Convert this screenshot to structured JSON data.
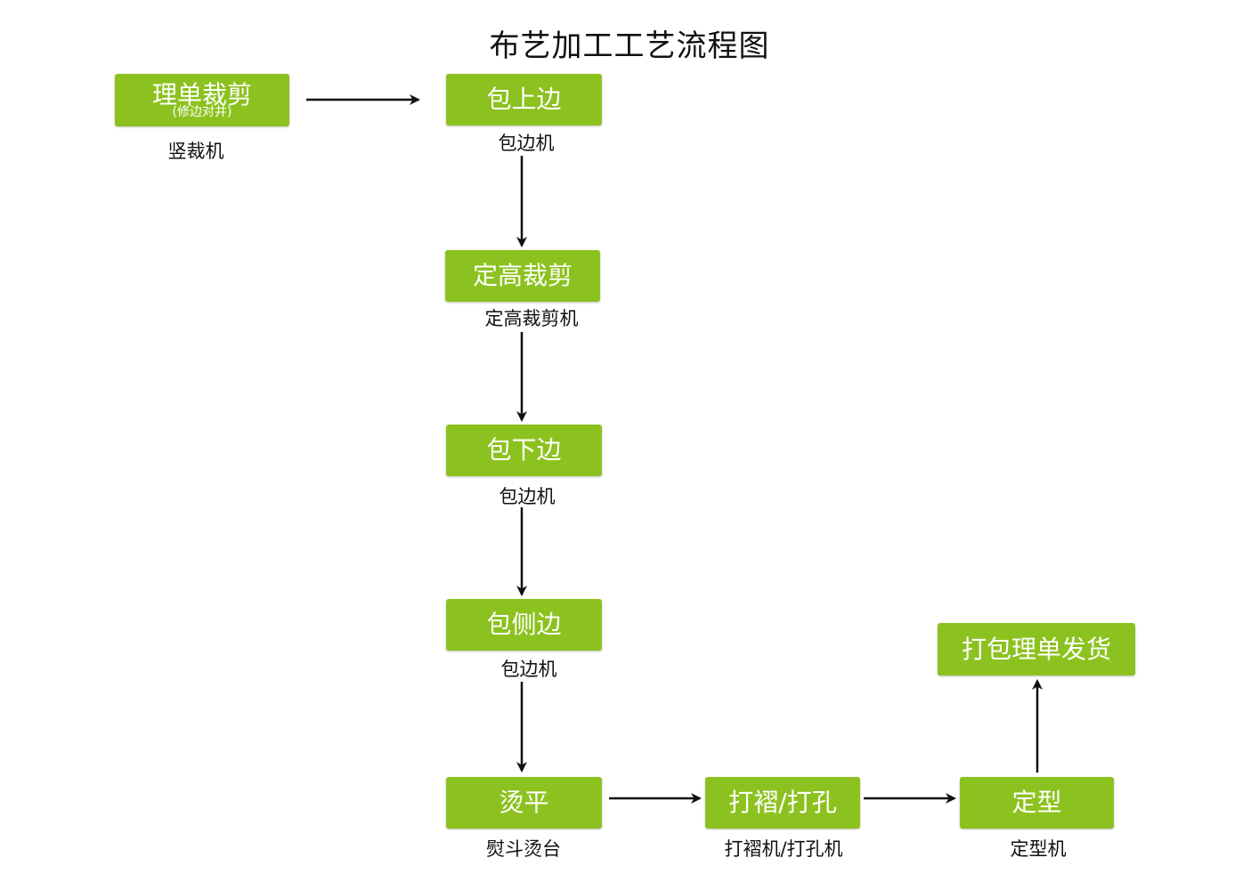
{
  "title": "布艺加工工艺流程图",
  "nodes": {
    "sort_cut": {
      "label": "理单裁剪",
      "sublabel": "(修边对井)",
      "machine": "竖裁机"
    },
    "bind_top": {
      "label": "包上边",
      "machine": "包边机"
    },
    "height_cut": {
      "label": "定高裁剪",
      "machine": "定高裁剪机"
    },
    "bind_bottom": {
      "label": "包下边",
      "machine": "包边机"
    },
    "bind_side": {
      "label": "包侧边",
      "machine": "包边机"
    },
    "iron": {
      "label": "烫平",
      "machine": "熨斗烫台"
    },
    "pleat_punch": {
      "label": "打褶/打孔",
      "machine": "打褶机/打孔机"
    },
    "shaping": {
      "label": "定型",
      "machine": "定型机"
    },
    "pack_ship": {
      "label": "打包理单发货"
    }
  },
  "colors": {
    "node_fill": "#8cc21f",
    "node_text": "#ffffff",
    "arrow": "#111111"
  }
}
